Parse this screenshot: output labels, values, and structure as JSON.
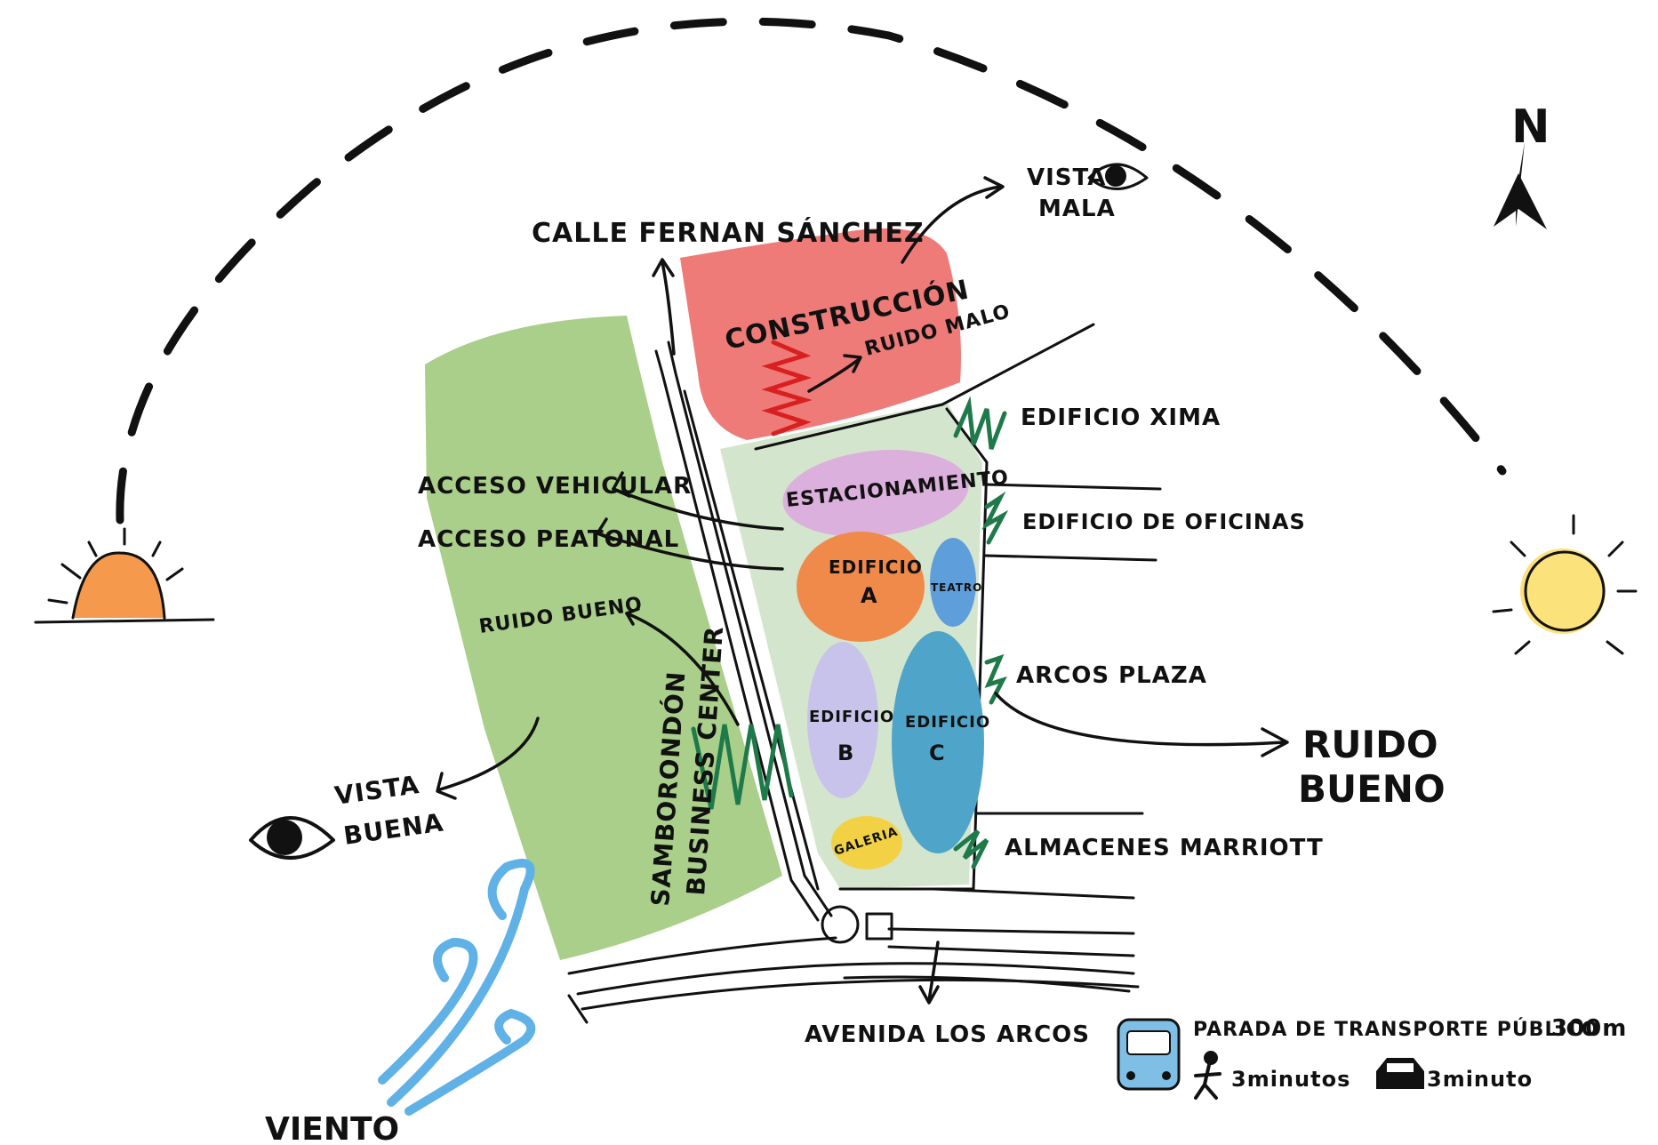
{
  "labels": {
    "calle": "CALLE FERNAN SÁNCHEZ",
    "vista_mala_1": "VISTA",
    "vista_mala_2": "MALA",
    "construccion": "CONSTRUCCIÓN",
    "ruido_malo": "RUIDO MALO",
    "edificio_xima": "EDIFICIO XIMA",
    "estacionamiento": "ESTACIONAMIENTO",
    "acceso_vehicular": "ACCESO VEHICULAR",
    "acceso_peatonal": "ACCESO PEATONAL",
    "edificio_oficinas": "EDIFICIO DE OFICINAS",
    "edificio_a_1": "EDIFICIO",
    "edificio_a_2": "A",
    "teatro": "TEATRO",
    "ruido_bueno_small": "RUIDO BUENO",
    "arcos_plaza": "ARCOS PLAZA",
    "edificio_b_1": "EDIFICIO",
    "edificio_b_2": "B",
    "edificio_c_1": "EDIFICIO",
    "edificio_c_2": "C",
    "ruido_bueno_big_1": "RUIDO",
    "ruido_bueno_big_2": "BUENO",
    "sbc_1": "SAMBORONDÓN",
    "sbc_2": "BUSINESS CENTER",
    "vista_buena_1": "VISTA",
    "vista_buena_2": "BUENA",
    "galeria": "GALERIA",
    "almacenes": "ALMACENES MARRIOTT",
    "avenida": "AVENIDA LOS ARCOS",
    "parada": "PARADA DE TRANSPORTE PÚBLICO",
    "parada_dist": "300m",
    "walk_time": "3minutos",
    "car_time": "3minuto",
    "viento": "VIENTO",
    "north": "N"
  },
  "colors": {
    "green_zone": "#a9cf8a",
    "construction": "#ee7b78",
    "estacionamiento": "#dcb0dc",
    "edificio_a": "#f08a4b",
    "teatro": "#5e9edb",
    "edificio_b": "#c8c3ea",
    "edificio_c": "#4fa5c9",
    "galeria": "#f2d244",
    "site_green": "#cfe2c8",
    "sun_rise": "#f59a4c",
    "sun_set": "#fbe27a",
    "wind": "#5fb1e6",
    "noise_green": "#1f7a4a",
    "noise_red": "#d82020",
    "bus": "#7fbfe6"
  },
  "icons": [
    "sunrise-icon",
    "sunset-icon",
    "eye-icon",
    "north-arrow-icon",
    "wind-icon",
    "bus-icon",
    "walking-person-icon",
    "car-icon"
  ]
}
